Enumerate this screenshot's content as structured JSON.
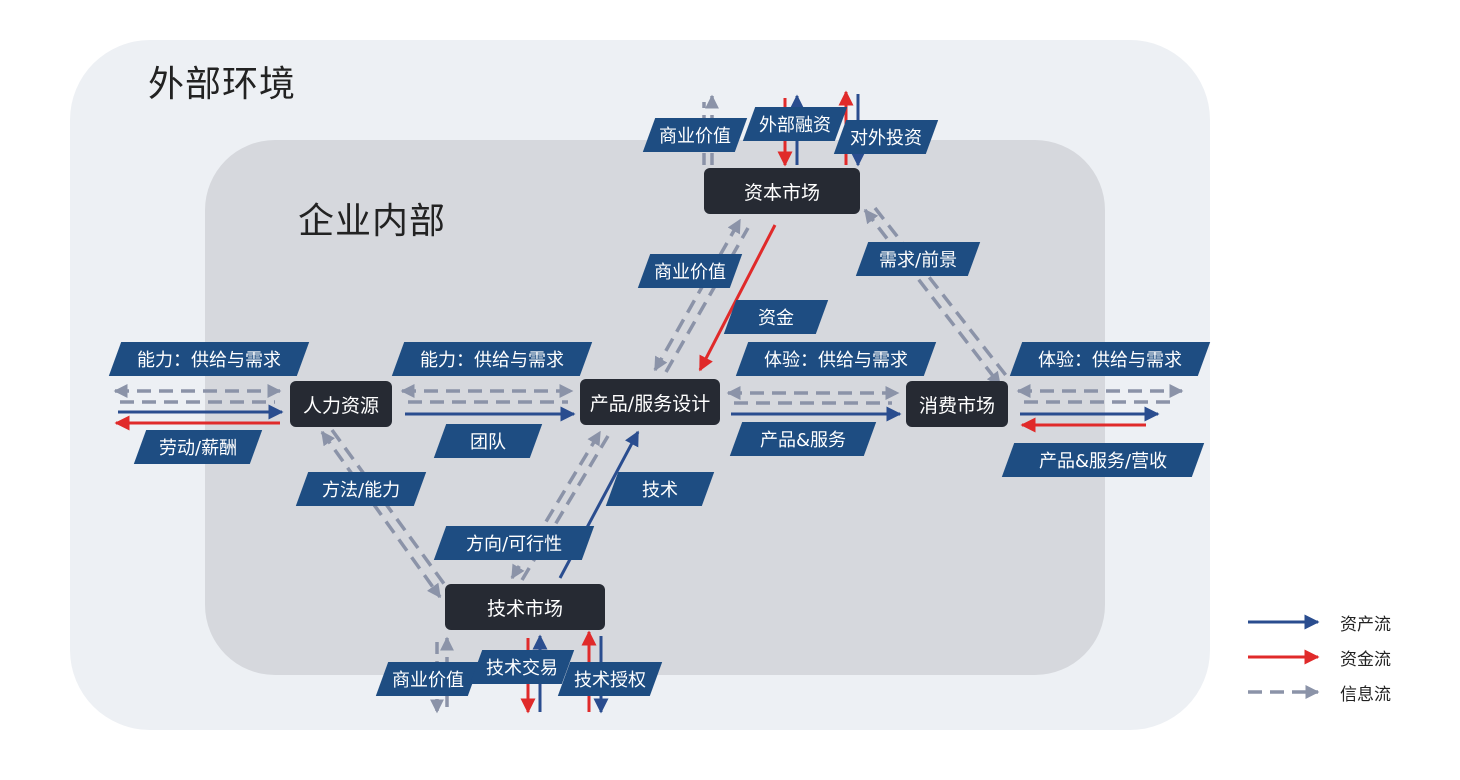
{
  "zones": {
    "outer": "外部环境",
    "inner": "企业内部"
  },
  "nodes": {
    "hr": "人力资源",
    "design": "产品/服务设计",
    "consumer": "消费市场",
    "capital": "资本市场",
    "tech": "技术市场"
  },
  "tags": {
    "capital_value": "商业价值",
    "ext_finance": "外部融资",
    "ext_invest": "对外投资",
    "design_value": "商业价值",
    "demand_outlook": "需求/前景",
    "funds": "资金",
    "hr_supply_left": "能力：供给与需求",
    "hr_supply_mid": "能力：供给与需求",
    "exp_supply_mid": "体验：供给与需求",
    "exp_supply_right": "体验：供给与需求",
    "labor_pay": "劳动/薪酬",
    "team": "团队",
    "product_service": "产品&服务",
    "product_service_revenue": "产品&服务/营收",
    "method_ability": "方法/能力",
    "technology": "技术",
    "direction_feasibility": "方向/可行性",
    "tech_value": "商业价值",
    "tech_trade": "技术交易",
    "tech_license": "技术授权"
  },
  "legend": {
    "asset_flow": "资产流",
    "capital_flow": "资金流",
    "info_flow": "信息流"
  },
  "colors": {
    "asset": "#2a4d8f",
    "capital": "#e02a2a",
    "info": "#8b93a8",
    "tag": "#1e4d82",
    "node": "#262a33"
  }
}
